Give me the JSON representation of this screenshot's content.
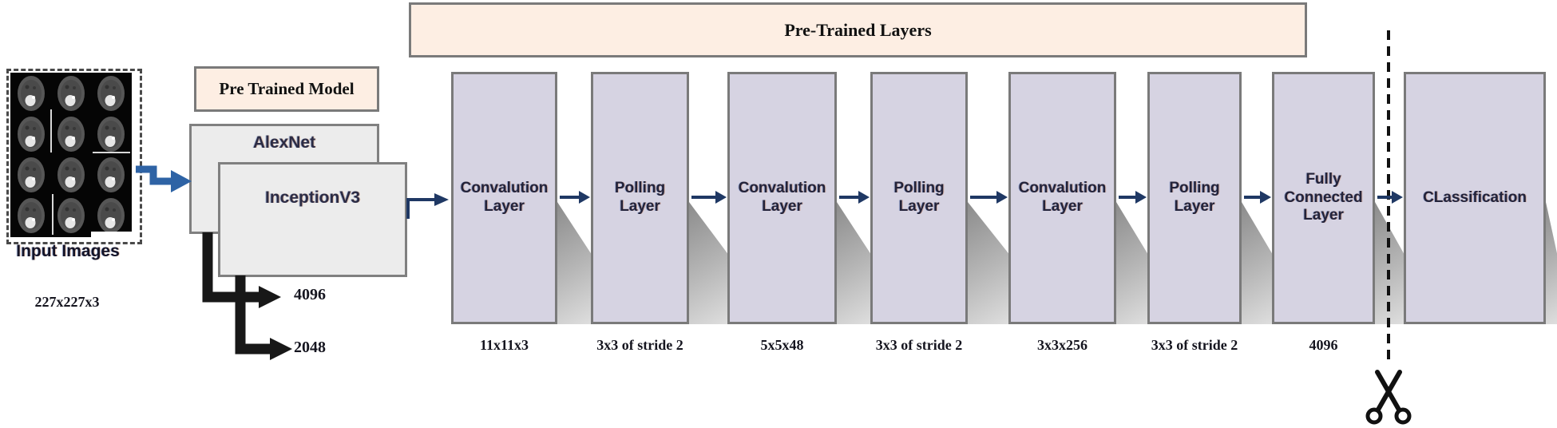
{
  "input": {
    "label": "Input Images",
    "size_label": "227x227x3"
  },
  "pretrained_model": {
    "title": "Pre Trained Model",
    "models": [
      {
        "name": "AlexNet",
        "output_size": "4096"
      },
      {
        "name": "InceptionV3",
        "output_size": "2048"
      }
    ]
  },
  "pretrained_layers": {
    "title": "Pre-Trained Layers",
    "layers": [
      {
        "label": "Convalution Layer",
        "sublabel": "11x11x3"
      },
      {
        "label": "Polling Layer",
        "sublabel": "3x3 of stride 2"
      },
      {
        "label": "Convalution Layer",
        "sublabel": "5x5x48"
      },
      {
        "label": "Polling Layer",
        "sublabel": "3x3 of stride 2"
      },
      {
        "label": "Convalution Layer",
        "sublabel": "3x3x256"
      },
      {
        "label": "Polling Layer",
        "sublabel": "3x3 of stride 2"
      },
      {
        "label": "Fully Connected Layer",
        "sublabel": "4096"
      }
    ]
  },
  "classification": {
    "label": "CLassification"
  },
  "cut": {
    "icon": "scissors-icon"
  },
  "colors": {
    "header_fill": "#fdeee3",
    "layer_fill": "#d6d3e2",
    "model_fill": "#ececec",
    "box_border": "#7a7a7a",
    "flow_arrow": "#1f3864",
    "input_arrow": "#2e63a5",
    "label_text": "#23233a"
  }
}
